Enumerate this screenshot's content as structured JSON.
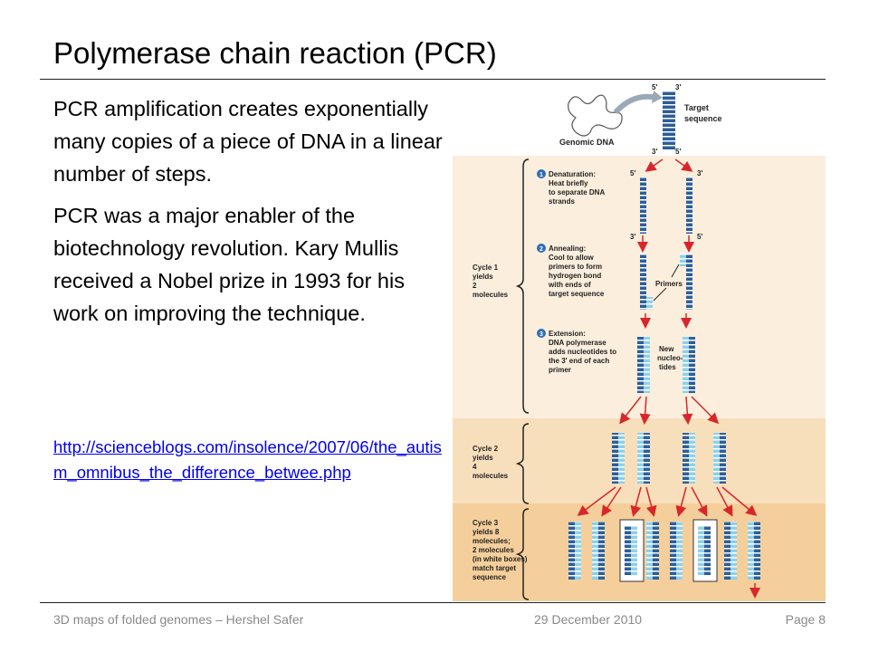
{
  "slide": {
    "title": "Polymerase chain reaction (PCR)",
    "paragraph1": "PCR amplification creates exponentially many copies of a piece of DNA in a linear number of steps.",
    "paragraph2": "PCR was a major enabler of the biotechnology revolution. Kary Mullis received a Nobel prize in 1993 for his work on improving the technique.",
    "link": "http://scienceblogs.com/insolence/2007/06/the_autism_omnibus_the_difference_betwee.php"
  },
  "figure": {
    "top": {
      "label_5a": "5'",
      "label_3a": "3'",
      "label_3b": "3'",
      "label_5b": "5'",
      "target": "Target",
      "sequence": "sequence",
      "genomic": "Genomic DNA"
    },
    "steps": {
      "s1_num": "1",
      "s1_l1": "Denaturation:",
      "s1_l2": "Heat briefly",
      "s1_l3": "to separate DNA",
      "s1_l4": "strands",
      "s2_num": "2",
      "s2_l1": "Annealing:",
      "s2_l2": "Cool to allow",
      "s2_l3": "primers to form",
      "s2_l4": "hydrogen bond",
      "s2_l5": "with ends of",
      "s2_l6": "target sequence",
      "s3_num": "3",
      "s3_l1": "Extension:",
      "s3_l2": "DNA polymerase",
      "s3_l3": "adds nucleotides to",
      "s3_l4": "the 3' end of each",
      "s3_l5": "primer"
    },
    "strand_ends": {
      "e1": "5'",
      "e2": "3'",
      "e3": "3'",
      "e4": "5'"
    },
    "primers": "Primers",
    "new_nt": {
      "l1": "New",
      "l2": "nucleo-",
      "l3": "tides"
    },
    "cycle1": {
      "l1": "Cycle 1",
      "l2": "yields",
      "l3": "2",
      "l4": "molecules"
    },
    "cycle2": {
      "l1": "Cycle 2",
      "l2": "yields",
      "l3": "4",
      "l4": "molecules"
    },
    "cycle3": {
      "l1": "Cycle 3",
      "l2": "yields 8",
      "l3": "molecules;",
      "l4": "2 molecules",
      "l5": "(in white boxes)",
      "l6": "match target",
      "l7": "sequence"
    }
  },
  "footer": {
    "left": "3D maps of folded genomes – Hershel Safer",
    "middle": "29 December 2010",
    "right": "Page 8"
  },
  "colors": {
    "cycle1_bg": "#fbeedd",
    "cycle2_bg": "#f8dfbc",
    "cycle3_bg": "#f5cf9b",
    "strand_dark": "#2e5e98",
    "strand_light": "#8fd0ea",
    "arrow": "#d8262a",
    "link": "#0000ee"
  }
}
